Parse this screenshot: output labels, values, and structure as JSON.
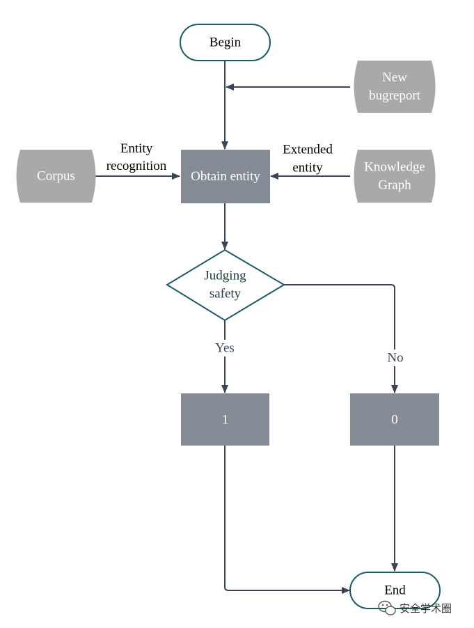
{
  "colors": {
    "line": "#3a4454",
    "terminal_stroke": "#1c5a64",
    "terminal_text": "#000000",
    "process_fill": "#858b95",
    "process_text": "#ffffff",
    "source_fill": "#a9a9a9",
    "source_text": "#ffffff",
    "decision_stroke": "#1c5a64",
    "decision_text": "#1e3a40",
    "edge_label_text": "#000000",
    "branch_label_text": "#3f4a5c"
  },
  "nodes": {
    "begin": {
      "lines": [
        "Begin"
      ]
    },
    "new_bugreport": {
      "lines": [
        "New",
        "bugreport"
      ]
    },
    "corpus": {
      "lines": [
        "Corpus"
      ]
    },
    "obtain_entity": {
      "lines": [
        "Obtain entity"
      ]
    },
    "knowledge_graph": {
      "lines": [
        "Knowledge",
        "Graph"
      ]
    },
    "judging_safety": {
      "lines": [
        "Judging",
        "safety"
      ]
    },
    "result_one": {
      "lines": [
        "1"
      ]
    },
    "result_zero": {
      "lines": [
        "0"
      ]
    },
    "end": {
      "lines": [
        "End"
      ]
    }
  },
  "edge_labels": {
    "entity_recognition": [
      "Entity",
      "recognition"
    ],
    "extended_entity": [
      "Extended",
      "entity"
    ],
    "yes": [
      "Yes"
    ],
    "no": [
      "No"
    ]
  },
  "watermark": {
    "icon": "wechat-icon",
    "text": "安全学术圈"
  }
}
